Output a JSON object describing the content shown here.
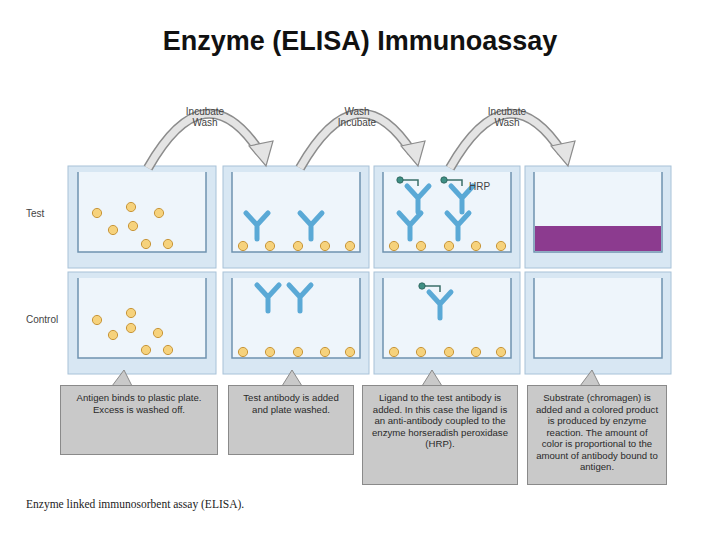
{
  "diagram": {
    "title": "Enzyme (ELISA) Immunoassay",
    "caption": "Enzyme linked immunosorbent assay (ELISA).",
    "nodes": [
      {
        "text": [
          "Antigen binds to plastic plate. Excess is washed off."
        ]
      },
      {
        "text": [
          "Test antibody is added and plate washed."
        ]
      },
      {
        "text": [
          "Ligand to the test antibody is added. In this case the ligand is an anti-antibody coupled to the enzyme horseradish peroxidase (HRP)."
        ]
      },
      {
        "text": [
          "Substrate (chromagen) is added and a colored product is produced by enzyme reaction. The amount of color is proportional to the amount of antibody bound to antigen."
        ]
      }
    ],
    "labels": [
      "Incubate Wash",
      "Wash Incubate",
      "Incubate Wash",
      "HRP",
      "Test",
      "Control"
    ]
  }
}
